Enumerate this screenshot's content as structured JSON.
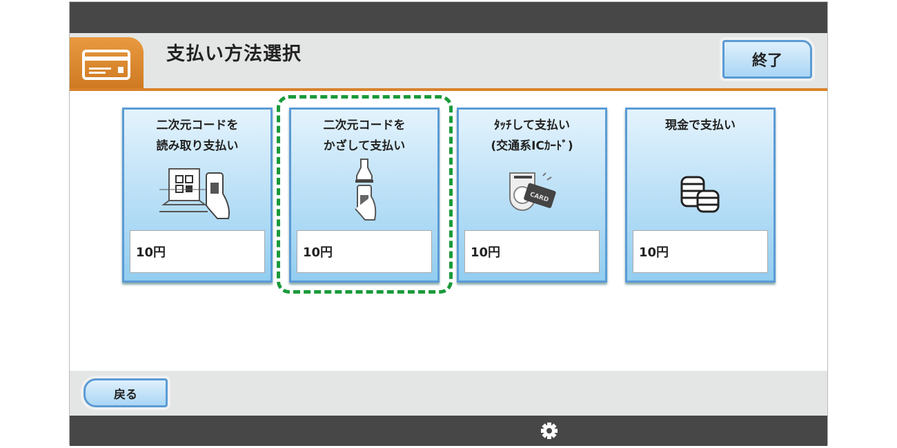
{
  "header": {
    "title": "支払い方法選択",
    "end_label": "終了",
    "tab_icon": "credit-card-icon"
  },
  "options": [
    {
      "label_line1": "二次元コードを",
      "label_line2": "読み取り支払い",
      "price": "10円",
      "icon": "qr-scan-icon"
    },
    {
      "label_line1": "二次元コードを",
      "label_line2": "かざして支払い",
      "price": "10円",
      "icon": "qr-present-icon"
    },
    {
      "label_line1": "ﾀｯﾁして支払い",
      "label_line2": "(交通系ICｶｰﾄﾞ)",
      "price": "10円",
      "icon": "ic-card-icon",
      "card_text": "CARD"
    },
    {
      "label_line1": "現金で支払い",
      "label_line2": "",
      "price": "10円",
      "icon": "coins-icon"
    }
  ],
  "highlight_color": "#1a9a3a",
  "footer": {
    "back_label": "戻る"
  },
  "bottombar": {
    "icon": "gear-icon"
  }
}
